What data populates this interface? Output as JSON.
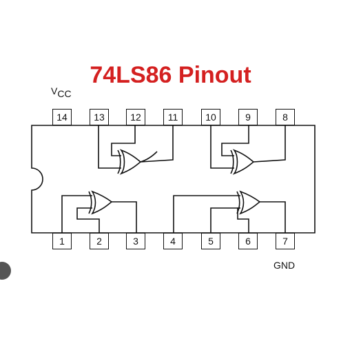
{
  "title": "74LS86 Pinout",
  "vcc_label": {
    "main": "V",
    "sub": "CC"
  },
  "gnd_label": "GND",
  "top_pins": [
    "14",
    "13",
    "12",
    "11",
    "10",
    "9",
    "8"
  ],
  "bottom_pins": [
    "1",
    "2",
    "3",
    "4",
    "5",
    "6",
    "7"
  ],
  "colors": {
    "title": "#d42020",
    "stroke": "#111111",
    "background": "#ffffff"
  }
}
